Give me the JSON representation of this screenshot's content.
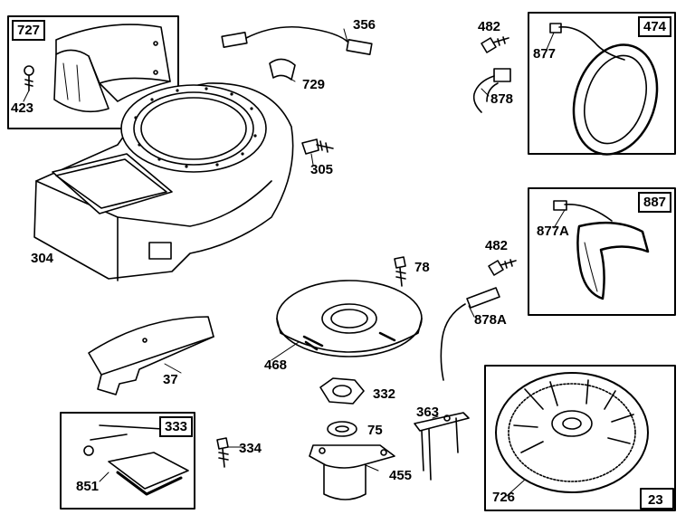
{
  "labels": {
    "l727": "727",
    "l423": "423",
    "l356": "356",
    "l729": "729",
    "l482a": "482",
    "l877": "877",
    "l474": "474",
    "l878": "878",
    "l305": "305",
    "l304": "304",
    "l887": "887",
    "l877a": "877A",
    "l482b": "482",
    "l78": "78",
    "l878a": "878A",
    "l468": "468",
    "l37": "37",
    "l332": "332",
    "l363": "363",
    "l333": "333",
    "l75": "75",
    "l334": "334",
    "l851": "851",
    "l455": "455",
    "l726": "726",
    "l23": "23"
  }
}
